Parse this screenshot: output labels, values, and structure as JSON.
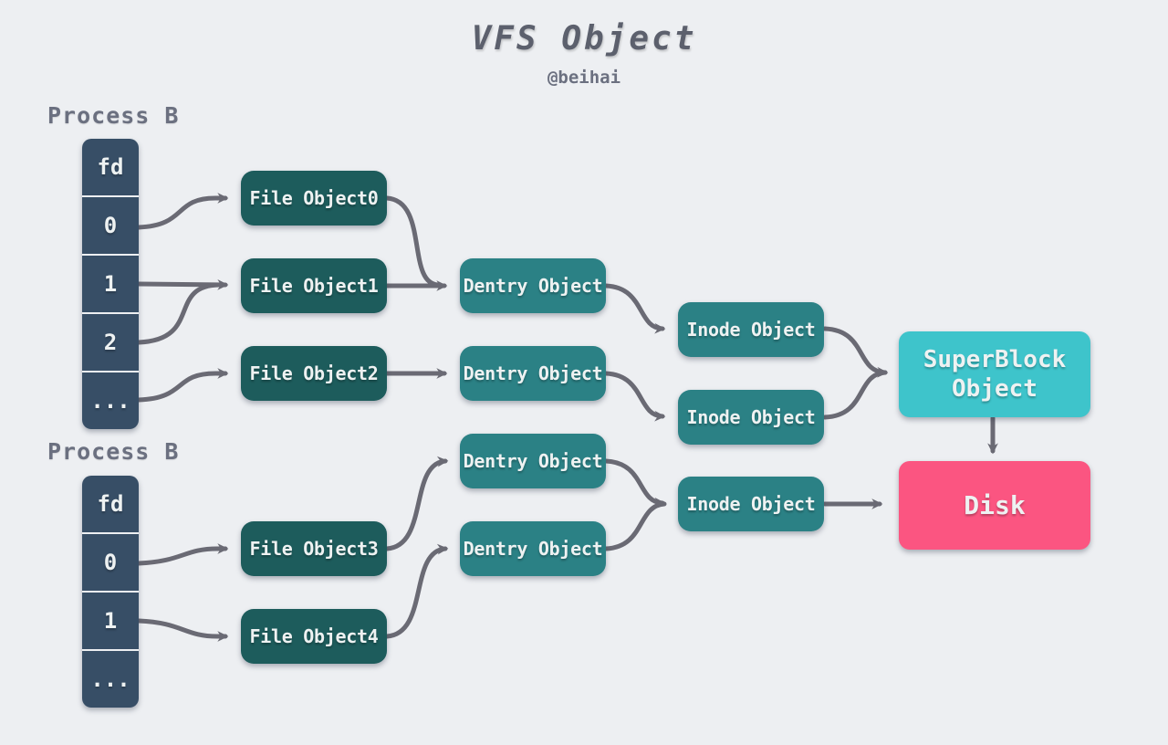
{
  "title": "VFS Object",
  "subtitle": "@beihai",
  "process_tables": [
    {
      "label": "Process B",
      "cells": [
        "fd",
        "0",
        "1",
        "2",
        "..."
      ]
    },
    {
      "label": "Process B",
      "cells": [
        "fd",
        "0",
        "1",
        "..."
      ]
    }
  ],
  "nodes": {
    "file_objects": [
      "File Object0",
      "File Object1",
      "File Object2",
      "File Object3",
      "File Object4"
    ],
    "dentry_objects": [
      "Dentry Object",
      "Dentry Object",
      "Dentry Object",
      "Dentry Object"
    ],
    "inode_objects": [
      "Inode Object",
      "Inode Object",
      "Inode Object"
    ],
    "superblock_object": "SuperBlock Object",
    "disk": "Disk"
  },
  "colors": {
    "background": "#edeff2",
    "fd_table": "#374e66",
    "file_object": "#1d5c5c",
    "dentry_inode": "#2b8185",
    "superblock": "#3ec4cb",
    "disk": "#fb5581",
    "arrow": "#6a6a74",
    "title_text": "#5c606d",
    "label_text": "#6b7080",
    "box_text": "#eef2f2"
  }
}
